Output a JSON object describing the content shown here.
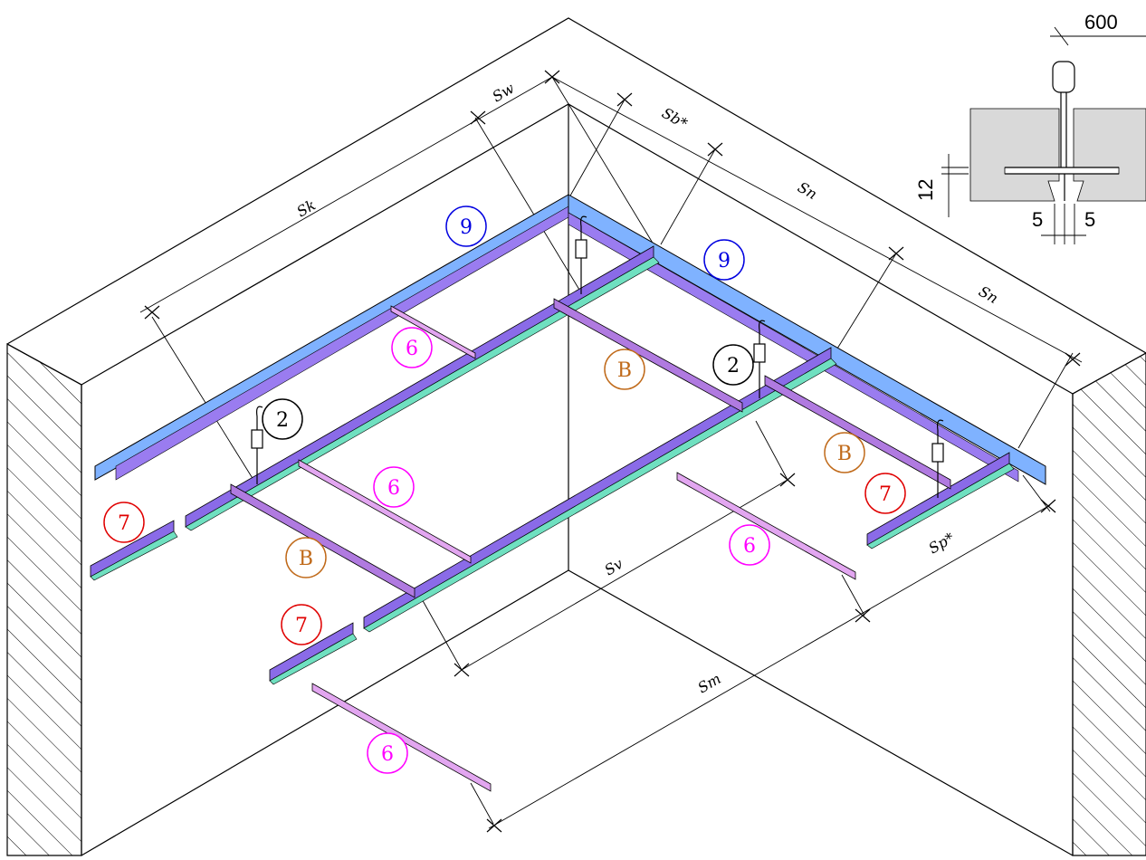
{
  "dimensions": {
    "sw": "Sw",
    "sb": "Sb*",
    "sk": "Sk",
    "sn_1": "Sn",
    "sn_2": "Sn",
    "sv": "Sv",
    "sm": "Sm",
    "sp": "Sp*"
  },
  "detail": {
    "width": "600",
    "height": "12",
    "gap_left": "5",
    "gap_right": "5"
  },
  "callouts": [
    {
      "label": "9",
      "color": "#0000e0"
    },
    {
      "label": "9",
      "color": "#0000e0"
    },
    {
      "label": "6",
      "color": "#ff00ff"
    },
    {
      "label": "B",
      "color": "#c06a1a"
    },
    {
      "label": "2",
      "color": "#000000"
    },
    {
      "label": "2",
      "color": "#000000"
    },
    {
      "label": "B",
      "color": "#c06a1a"
    },
    {
      "label": "6",
      "color": "#ff00ff"
    },
    {
      "label": "7",
      "color": "#e00000"
    },
    {
      "label": "7",
      "color": "#e00000"
    },
    {
      "label": "B",
      "color": "#c06a1a"
    },
    {
      "label": "6",
      "color": "#ff00ff"
    },
    {
      "label": "7",
      "color": "#e00000"
    },
    {
      "label": "6",
      "color": "#ff00ff"
    }
  ],
  "colors": {
    "wall_angle_top": "#7fb2ff",
    "wall_angle_side": "#9a7cf0",
    "main_runner": "#8a6be8",
    "main_runner_flange": "#6fe0c0",
    "cross_tee": "#b07ae0",
    "tee_light": "#e2a6f0",
    "detail_fill": "#d9d9d9"
  }
}
